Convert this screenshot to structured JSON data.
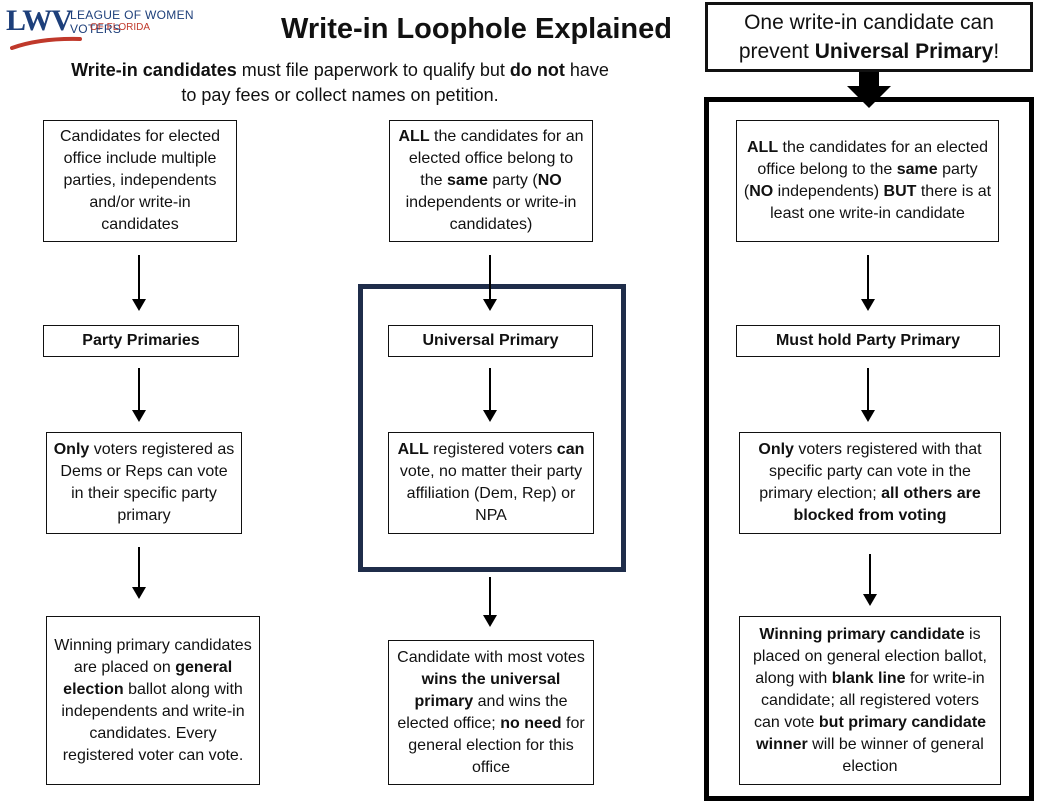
{
  "header": {
    "logo_mark": "LWV",
    "logo_line1": "LEAGUE OF WOMEN VOTERS",
    "logo_line2": "OF FLORIDA",
    "title": "Write-in Loophole Explained",
    "subtitle_b1": "Write-in candidates",
    "subtitle_t1": " must file paperwork to qualify but ",
    "subtitle_b2": "do not",
    "subtitle_t2": " have to pay fees or collect names on petition."
  },
  "callout": {
    "t1": "One write-in candidate can prevent ",
    "b1": "Universal Primary",
    "t2": "!"
  },
  "left": {
    "box1": "Candidates for elected office include multiple parties, independents and/or write-in candidates",
    "box2": "Party Primaries",
    "box3": {
      "b1": "Only",
      "t1": " voters registered as Dems or Reps can vote in their specific party primary"
    },
    "box4": {
      "t1": "Winning primary candidates are placed on ",
      "b1": "general election",
      "t2": " ballot along with independents and write-in candidates. Every registered voter can vote."
    }
  },
  "middle": {
    "box1": {
      "b1": "ALL",
      "t1": " the candidates for an elected office belong to the ",
      "b2": "same",
      "t2": " party (",
      "b3": "NO",
      "t3": " independents or write-in candidates)"
    },
    "box2": "Universal Primary",
    "box3": {
      "b1": "ALL",
      "t1": " registered voters ",
      "b2": "can",
      "t2": " vote, no matter their party affiliation (Dem, Rep) or NPA"
    },
    "box4": {
      "t1": "Candidate with most votes ",
      "b1": "wins the universal primary",
      "t2": " and wins the elected office; ",
      "b2": "no need",
      "t3": " for general election for this office"
    }
  },
  "right": {
    "box1": {
      "b1": "ALL",
      "t1": " the candidates for an elected office belong to the ",
      "b2": "same",
      "t2": " party (",
      "b3": "NO",
      "t3": " independents) ",
      "b4": "BUT",
      "t4": " there is at least one write-in candidate"
    },
    "box2": "Must hold Party Primary",
    "box3": {
      "b1": "Only",
      "t1": " voters registered with that specific party can vote in the primary election; ",
      "b2": "all others are blocked from voting"
    },
    "box4": {
      "b1": "Winning primary candidate",
      "t1": " is placed on general election ballot, along with ",
      "b2": "blank line",
      "t2": " for write-in candidate; all registered voters can vote ",
      "b3": "but primary candidate winner",
      "t3": " will be winner of general election"
    }
  },
  "colors": {
    "logo_blue": "#1d3f7a",
    "logo_red": "#c0392b",
    "universal_frame": "#1f2d4a",
    "loophole_frame": "#000000"
  }
}
